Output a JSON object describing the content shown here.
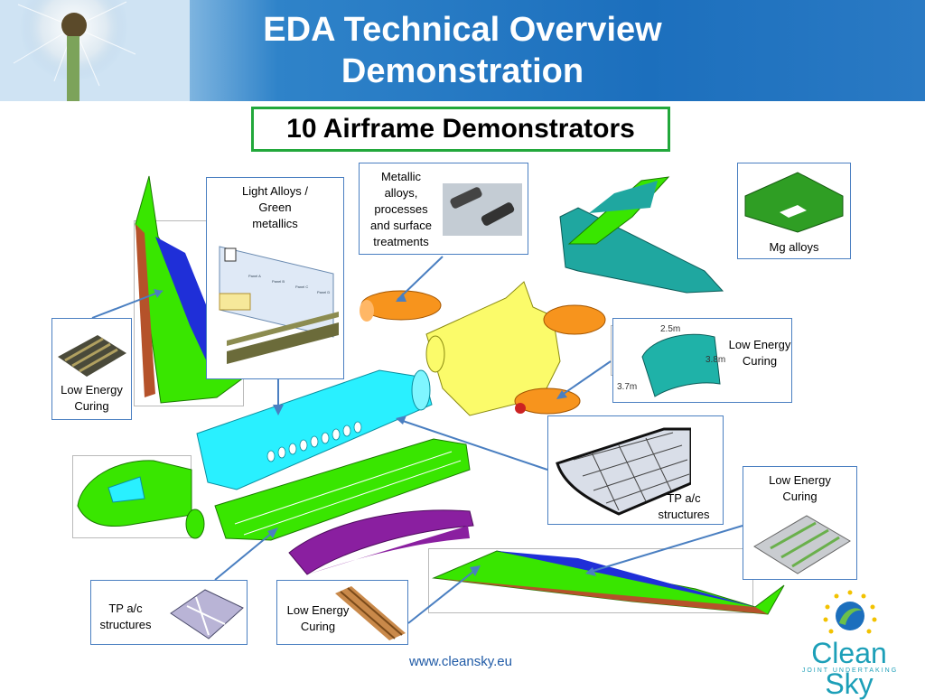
{
  "header": {
    "title_line1": "EDA Technical Overview",
    "title_line2": "Demonstration"
  },
  "subtitle": "10 Airframe Demonstrators",
  "callouts": {
    "light_alloys": [
      "Light Alloys  /",
      "Green",
      "metallics"
    ],
    "metallic": [
      "Metallic",
      "alloys,",
      "processes",
      "and surface",
      "treatments"
    ],
    "mg_alloys": "Mg alloys",
    "low_energy_left": [
      "Low Energy",
      "Curing"
    ],
    "low_energy_rear": [
      "Low Energy",
      "Curing"
    ],
    "tp_structures_right": [
      "TP a/c",
      "structures"
    ],
    "low_energy_wing": [
      "Low Energy",
      "Curing"
    ],
    "tp_structures_bottom": [
      "TP a/c",
      "structures"
    ],
    "low_energy_bottom": [
      "Low Energy",
      "Curing"
    ]
  },
  "dimensions": {
    "d1": "2.5m",
    "d2": "3.8m",
    "d3": "3.7m"
  },
  "panel_labels": [
    "Panel A",
    "Panel B",
    "Panel C",
    "Panel D"
  ],
  "footer": {
    "url": "www.cleansky.eu",
    "logo_text": "Clean Sky",
    "logo_subtext": "JOINT UNDERTAKING"
  },
  "colors": {
    "header_blue": "#1c6fbd",
    "callout_border": "#4a7fc1",
    "subtitle_border": "#22a83b",
    "arrow_blue": "#4a7fc1",
    "green_part": "#39e600",
    "cyan_part": "#29f0ff",
    "yellow_part": "#fbfb6a",
    "purple_part": "#8a1fa0",
    "orange_part": "#f7941d",
    "teal_part": "#1fa7a0",
    "blue_part": "#1f2fd8",
    "brown_part": "#b5522a"
  }
}
